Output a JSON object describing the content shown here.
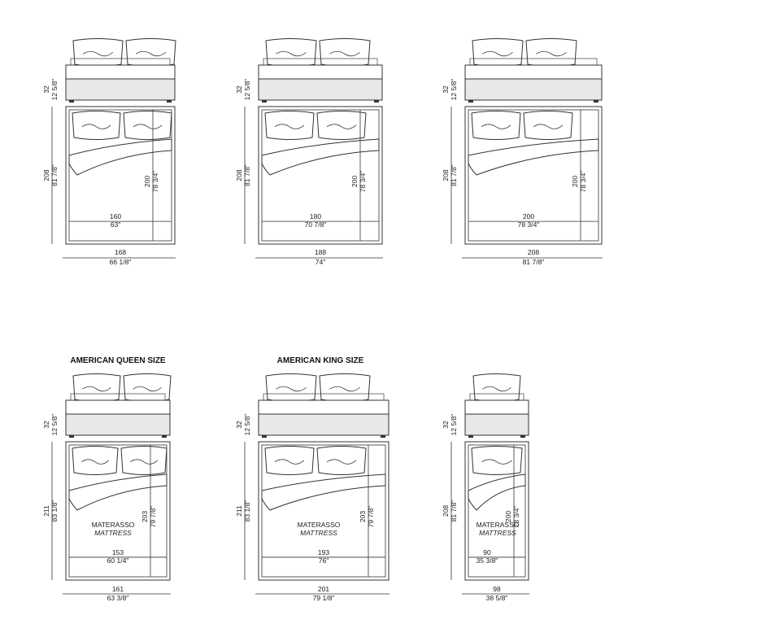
{
  "beds": [
    {
      "id": "b160",
      "height_cm": "32",
      "height_in": "12 5/8\"",
      "length_cm": "208",
      "length_in": "81 7/8\"",
      "mattress_length_cm": "200",
      "mattress_length_in": "78 3/4\"",
      "mattress_width_cm": "160",
      "mattress_width_in": "63\"",
      "width_cm": "168",
      "width_in": "66 1/8\""
    },
    {
      "id": "b180",
      "height_cm": "32",
      "height_in": "12 5/8\"",
      "length_cm": "208",
      "length_in": "81 7/8\"",
      "mattress_length_cm": "200",
      "mattress_length_in": "78 3/4\"",
      "mattress_width_cm": "180",
      "mattress_width_in": "70 7/8\"",
      "width_cm": "188",
      "width_in": "74\""
    },
    {
      "id": "b200",
      "height_cm": "32",
      "height_in": "12 5/8\"",
      "length_cm": "208",
      "length_in": "81 7/8\"",
      "mattress_length_cm": "200",
      "mattress_length_in": "78 3/4\"",
      "mattress_width_cm": "200",
      "mattress_width_in": "78 3/4\"",
      "width_cm": "208",
      "width_in": "81 7/8\""
    },
    {
      "id": "queen",
      "title": "AMERICAN QUEEN SIZE",
      "height_cm": "32",
      "height_in": "12 5/8\"",
      "length_cm": "211",
      "length_in": "83 1/8\"",
      "mattress_length_cm": "203",
      "mattress_length_in": "79 7/8\"",
      "mattress_label": "MATERASSO",
      "mattress_label_en": "MATTRESS",
      "mattress_width_cm": "153",
      "mattress_width_in": "60 1/4\"",
      "width_cm": "161",
      "width_in": "63 3/8\""
    },
    {
      "id": "king",
      "title": "AMERICAN KING SIZE",
      "height_cm": "32",
      "height_in": "12 5/8\"",
      "length_cm": "211",
      "length_in": "83 1/8\"",
      "mattress_length_cm": "203",
      "mattress_length_in": "79 7/8\"",
      "mattress_label": "MATERASSO",
      "mattress_label_en": "MATTRESS",
      "mattress_width_cm": "193",
      "mattress_width_in": "76\"",
      "width_cm": "201",
      "width_in": "79 1/8\""
    },
    {
      "id": "single",
      "height_cm": "32",
      "height_in": "12 5/8\"",
      "length_cm": "208",
      "length_in": "81 7/8\"",
      "mattress_length_cm": "200",
      "mattress_length_in": "78 3/4\"",
      "mattress_label": "MATERASSO",
      "mattress_label_en": "MATTRESS",
      "mattress_width_cm": "90",
      "mattress_width_in": "35 3/8\"",
      "width_cm": "98",
      "width_in": "38 5/8\""
    }
  ]
}
